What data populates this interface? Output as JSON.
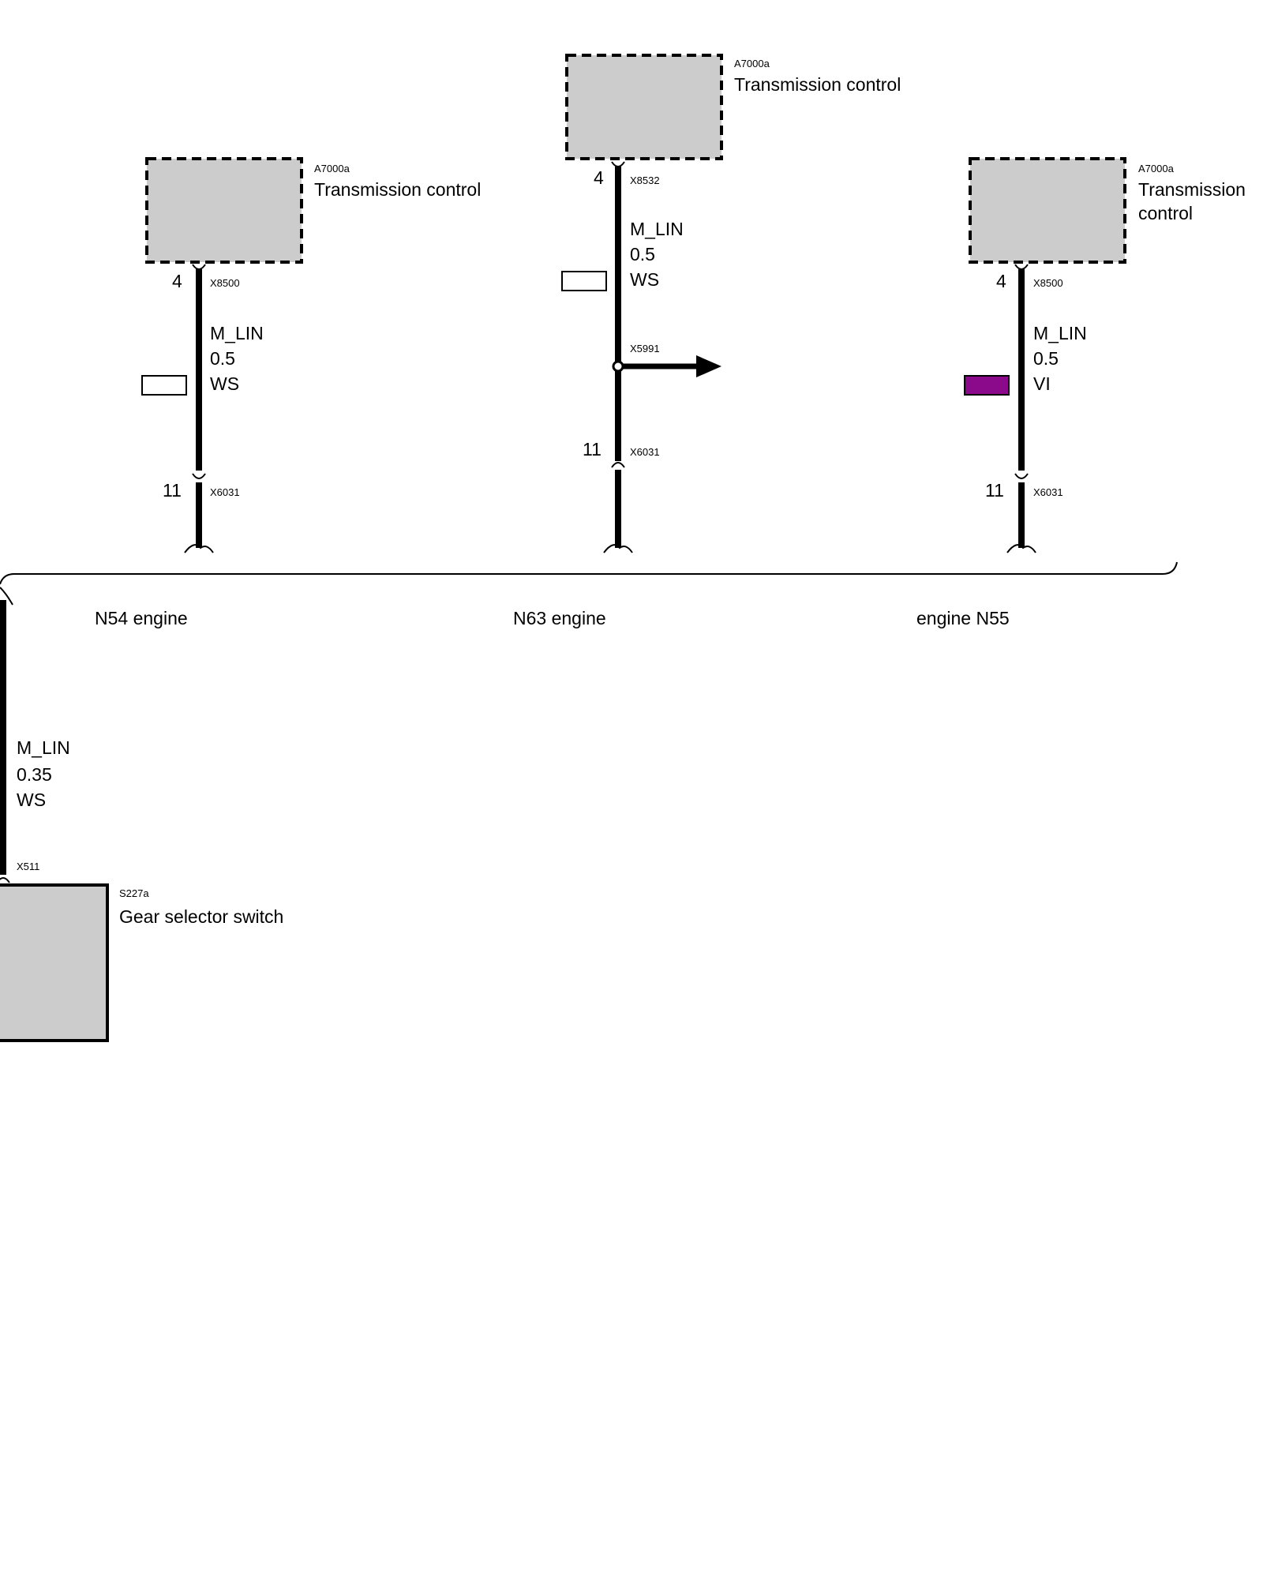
{
  "modules": {
    "n54_tcu": {
      "code": "A7000a",
      "name": "Transmission control"
    },
    "n63_tcu": {
      "code": "A7000a",
      "name": "Transmission control"
    },
    "n55_tcu": {
      "code": "A7000a",
      "name_line1": "Transmission",
      "name_line2": "control"
    },
    "gear_selector": {
      "code": "S227a",
      "name": "Gear selector switch"
    }
  },
  "n54": {
    "upper_connector": "X8500",
    "upper_pin": "4",
    "wire_name": "M_LIN",
    "wire_size": "0.5",
    "wire_color": "WS",
    "lower_connector": "X6031",
    "lower_pin": "11",
    "swatch_color": "#ffffff"
  },
  "n63": {
    "upper_connector": "X8532",
    "upper_pin": "4",
    "wire_name": "M_LIN",
    "wire_size": "0.5",
    "wire_color": "WS",
    "splice_connector": "X5991",
    "lower_connector": "X6031",
    "lower_pin": "11",
    "swatch_color": "#ffffff"
  },
  "n55": {
    "upper_connector": "X8500",
    "upper_pin": "4",
    "wire_name": "M_LIN",
    "wire_size": "0.5",
    "wire_color": "VI",
    "lower_connector": "X6031",
    "lower_pin": "11",
    "swatch_color": "#8b0a8b"
  },
  "variants": {
    "n54_label": "N54 engine",
    "n63_label": "N63 engine",
    "n55_label": "engine N55"
  },
  "lower_wire": {
    "wire_name": "M_LIN",
    "wire_size": "0.35",
    "wire_color": "WS",
    "connector": "X511"
  },
  "colors": {
    "module_fill": "#cccccc",
    "violet": "#8b0a8b"
  }
}
